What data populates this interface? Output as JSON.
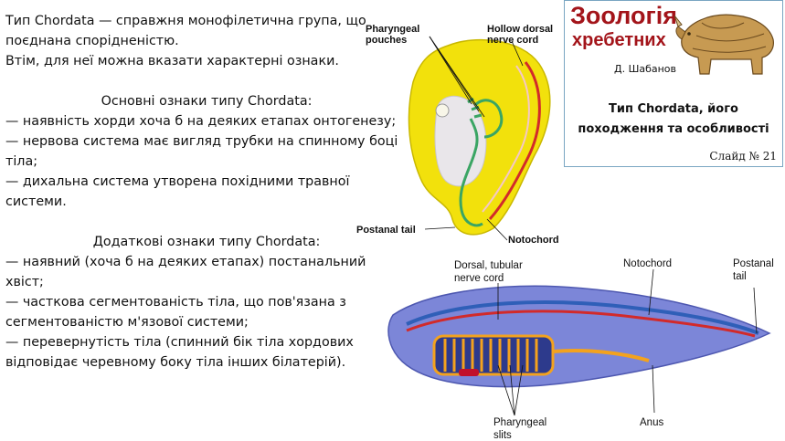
{
  "text": {
    "intro_1": "Тип Chordata — справжня монофілетична група, що",
    "intro_2": "поєднана спорідненістю.",
    "intro_3": "Втім, для неї можна вказати характерні ознаки.",
    "main_heading": "Основні ознаки типу Chordata:",
    "main_1": "— наявність хорди хоча б на деяких етапах онтогенезу;",
    "main_2a": "— нервова система має вигляд трубки на спинному боці",
    "main_2b": "тіла;",
    "main_3": "— дихальна система утворена похідними травної системи.",
    "extra_heading": "Додаткові ознаки типу Chordata:",
    "extra_1": "— наявний (хоча б на деяких етапах) постанальний хвіст;",
    "extra_2a": "— часткова сегментованість тіла, що пов'язана з",
    "extra_2b": "сегментованістю м'язової системи;",
    "extra_3a": "— перевернутість тіла (спинний бік тіла хордових",
    "extra_3b": "відповідає черевному боку тіла інших білатерій)."
  },
  "title_box": {
    "course_line1": "Зоологія",
    "course_line2": "хребетних",
    "author": "Д. Шабанов",
    "slide_title_1": "Тип Chordata, його",
    "slide_title_2": "походження та особливості",
    "slide_number": "Слайд № 21"
  },
  "embryo_labels": {
    "pharyngeal_pouches_1": "Pharyngeal",
    "pharyngeal_pouches_2": "pouches",
    "hollow_dorsal_1": "Hollow dorsal",
    "hollow_dorsal_2": "nerve cord",
    "postanal_tail": "Postanal tail",
    "notochord": "Notochord"
  },
  "lancelet_labels": {
    "dorsal_1": "Dorsal, tubular",
    "dorsal_2": "nerve cord",
    "notochord": "Notochord",
    "postanal_1": "Postanal",
    "postanal_2": "tail",
    "pharyngeal_1": "Pharyngeal",
    "pharyngeal_2": "slits",
    "anus": "Anus"
  },
  "colors": {
    "course_red": "#a3141a",
    "embryo_yellow": "#f2e10c",
    "lancelet_blue": "#7c86d8",
    "notochord_red": "#d22a2a",
    "nerve_blue": "#2f5fb8",
    "gut_orange": "#f3a21e",
    "border_blue": "#7aa6c2"
  }
}
